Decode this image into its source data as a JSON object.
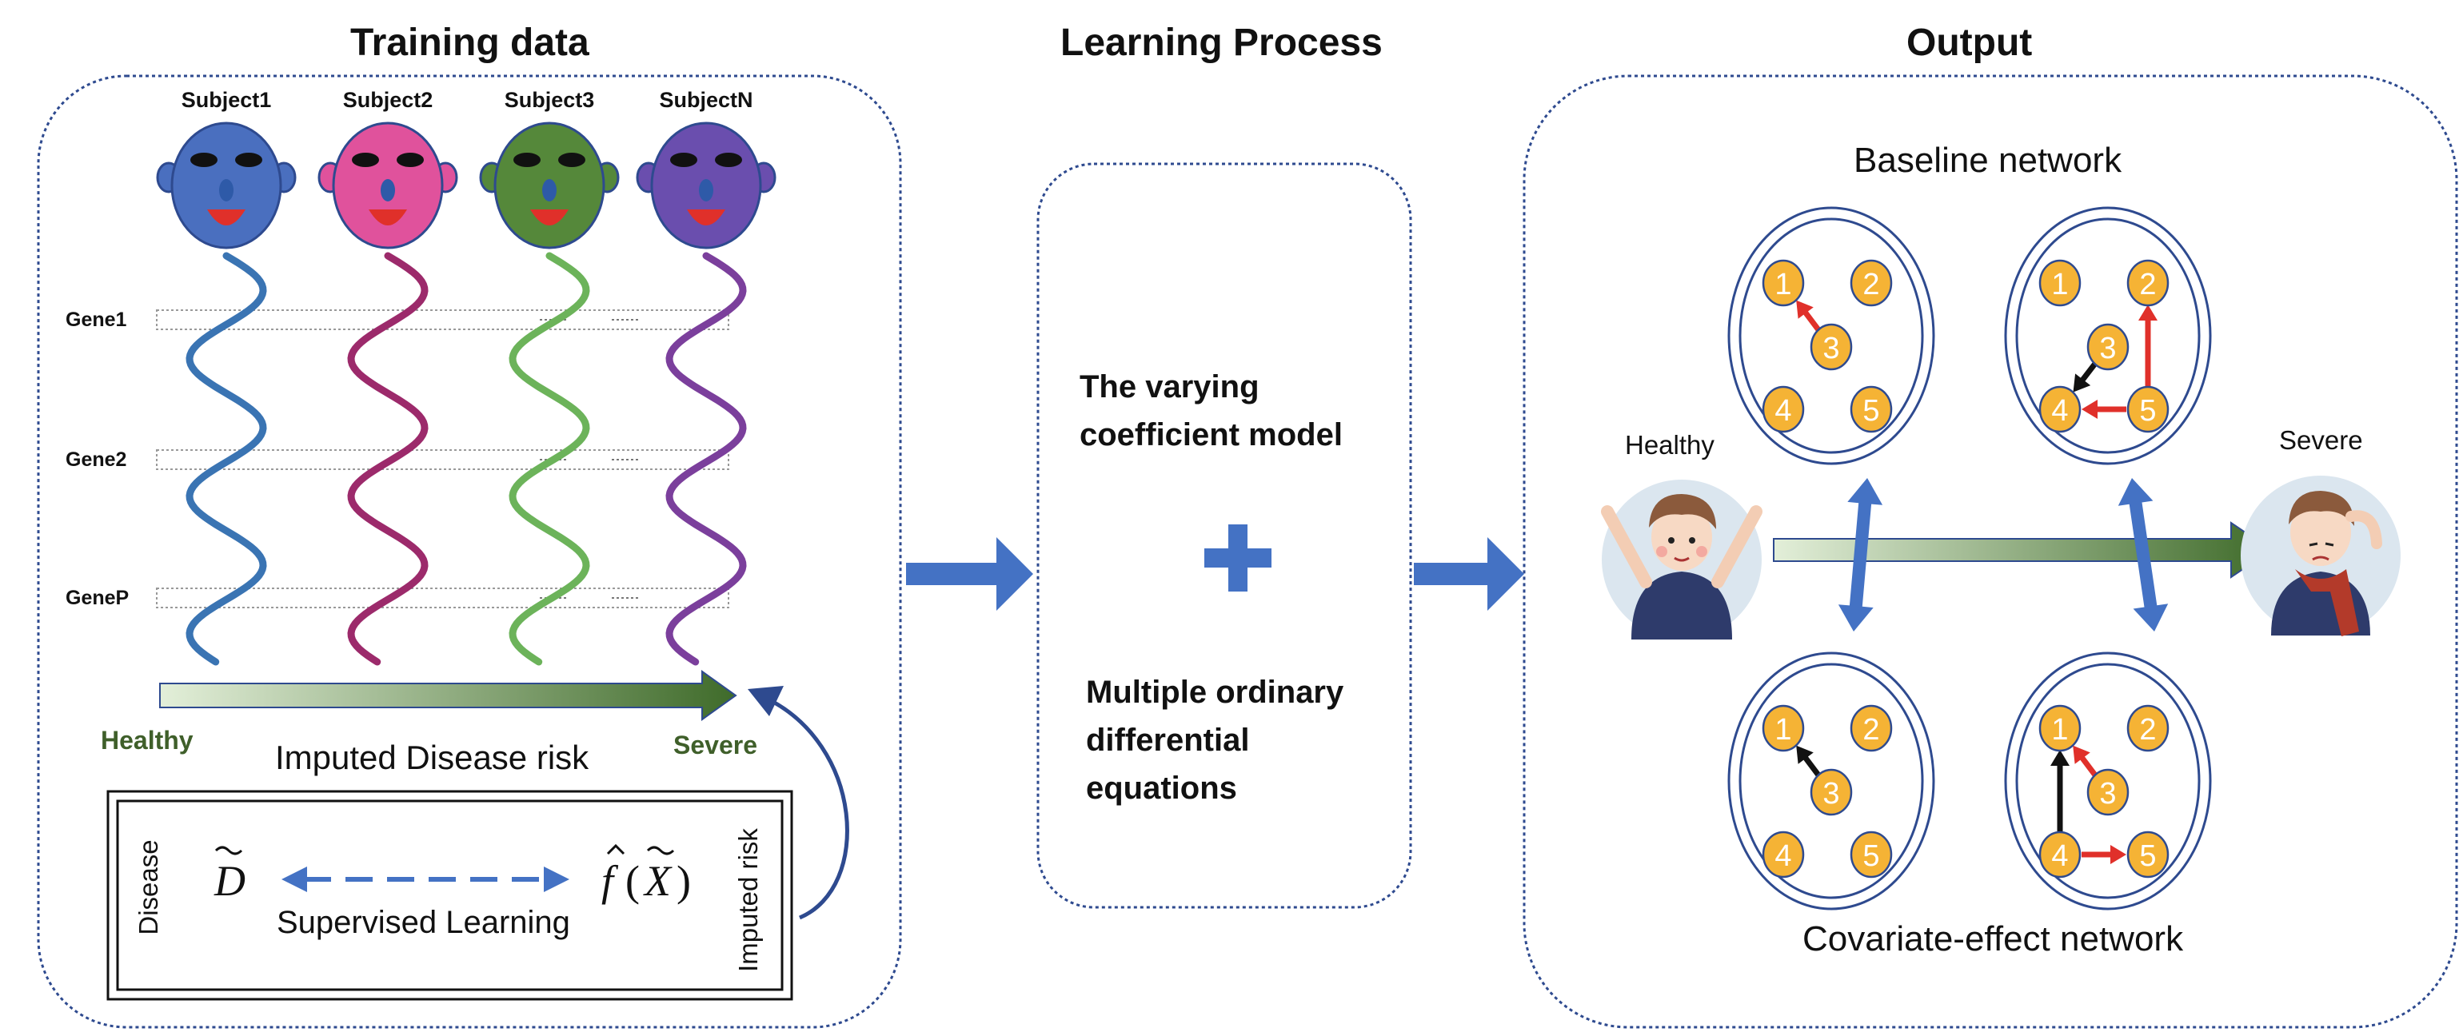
{
  "panels": {
    "training_title": "Training data",
    "learning_title": "Learning Process",
    "output_title": "Output"
  },
  "training": {
    "subjects": [
      {
        "label": "Subject1",
        "face_color": "#4a6fbf",
        "strand_color": "#3a74b3"
      },
      {
        "label": "Subject2",
        "face_color": "#e0529c",
        "strand_color": "#9c2a6b"
      },
      {
        "label": "Subject3",
        "face_color": "#55883a",
        "strand_color": "#6cb35a"
      },
      {
        "label": "SubjectN",
        "face_color": "#6a4eae",
        "strand_color": "#7b3f9c"
      }
    ],
    "genes": [
      "Gene1",
      "Gene2",
      "GeneP"
    ],
    "healthy_label": "Healthy",
    "severe_label": "Severe",
    "risk_label": "Imputed Disease risk",
    "disease_label": "Disease",
    "imputed_risk_label": "Imputed risk",
    "supervised_label": "Supervised Learning"
  },
  "learning": {
    "line1": "The varying",
    "line2": "coefficient model",
    "line3": "Multiple ordinary",
    "line4": "differential",
    "line5": "equations"
  },
  "output": {
    "baseline_label": "Baseline network",
    "covariate_label": "Covariate-effect network",
    "healthy_label": "Healthy",
    "severe_label": "Severe",
    "node_labels": [
      "1",
      "2",
      "3",
      "4",
      "5"
    ]
  },
  "colors": {
    "node_fill": "#f5b335",
    "arrow_red": "#e0302a",
    "arrow_black": "#111111",
    "panel_border": "#2e4a8f",
    "block_arrow": "#4472c4",
    "gradient_start": "#d9ead3",
    "gradient_end": "#3f6b2a"
  }
}
